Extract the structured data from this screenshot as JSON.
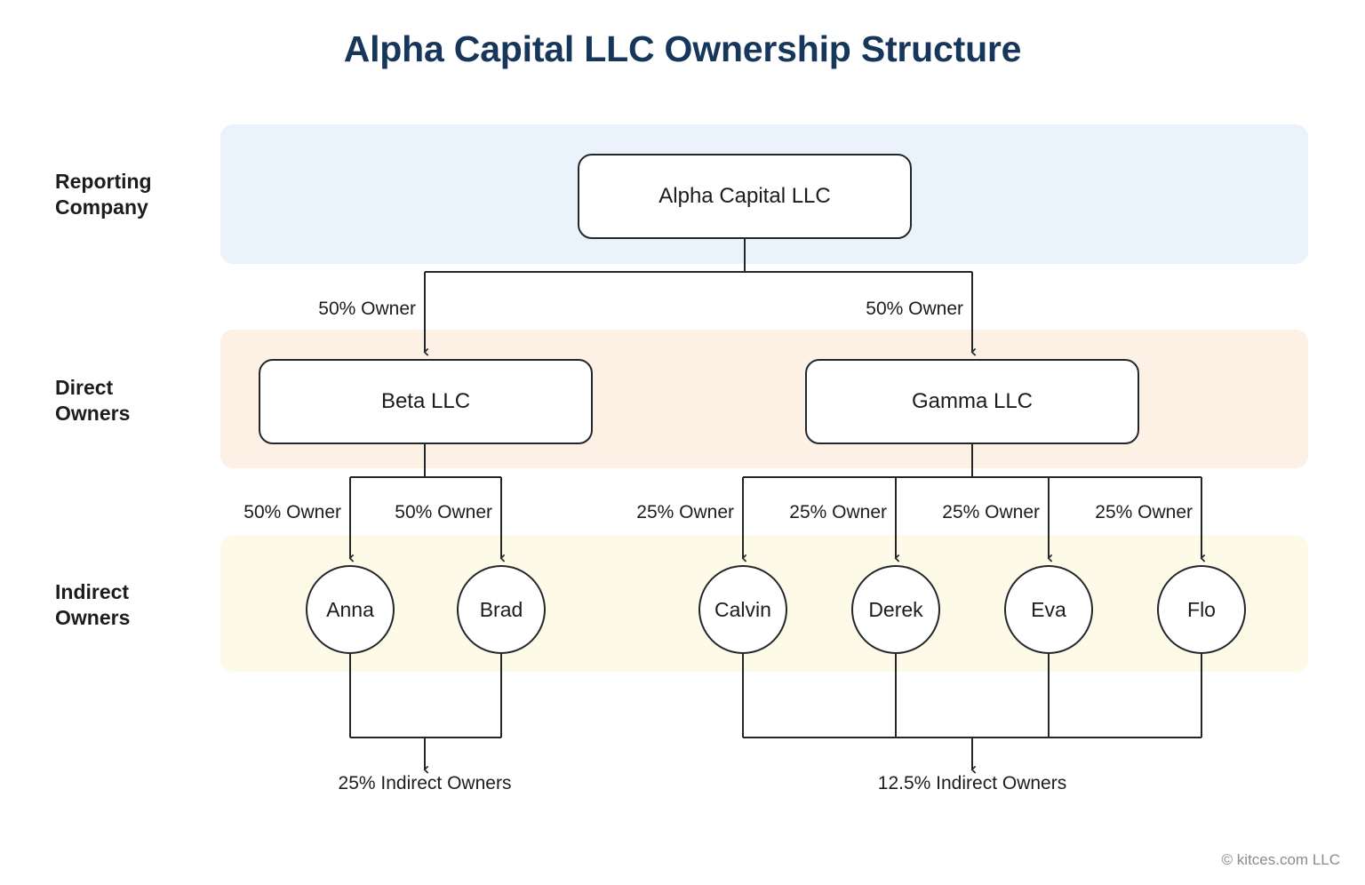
{
  "title": "Alpha Capital LLC Ownership Structure",
  "footer": "© kitces.com LLC",
  "colors": {
    "title": "#16365c",
    "band_reporting": "#eaf2fb",
    "band_direct": "#fdf0e4",
    "band_indirect": "#fefae8",
    "node_border": "#23272b",
    "node_fill": "#ffffff",
    "text": "#1c1c1c",
    "footer_text": "#8b8b8b"
  },
  "rows": [
    {
      "id": "reporting",
      "label": "Reporting\nCompany",
      "line1": "Reporting",
      "line2": "Company"
    },
    {
      "id": "direct",
      "label": "Direct\nOwners",
      "line1": "Direct",
      "line2": "Owners"
    },
    {
      "id": "indirect",
      "label": "Indirect\nOwners",
      "line1": "Indirect",
      "line2": "Owners"
    }
  ],
  "nodes": {
    "alpha": {
      "label": "Alpha Capital LLC",
      "tier": "reporting",
      "shape": "rounded-rect"
    },
    "beta": {
      "label": "Beta LLC",
      "tier": "direct",
      "shape": "rounded-rect"
    },
    "gamma": {
      "label": "Gamma LLC",
      "tier": "direct",
      "shape": "rounded-rect"
    },
    "anna": {
      "label": "Anna",
      "tier": "indirect",
      "shape": "circle"
    },
    "brad": {
      "label": "Brad",
      "tier": "indirect",
      "shape": "circle"
    },
    "calvin": {
      "label": "Calvin",
      "tier": "indirect",
      "shape": "circle"
    },
    "derek": {
      "label": "Derek",
      "tier": "indirect",
      "shape": "circle"
    },
    "eva": {
      "label": "Eva",
      "tier": "indirect",
      "shape": "circle"
    },
    "flo": {
      "label": "Flo",
      "tier": "indirect",
      "shape": "circle"
    }
  },
  "edge_labels": {
    "alpha_beta": "50% Owner",
    "alpha_gamma": "50% Owner",
    "beta_anna": "50% Owner",
    "beta_brad": "50% Owner",
    "gamma_calvin": "25% Owner",
    "gamma_derek": "25% Owner",
    "gamma_eva": "25% Owner",
    "gamma_flo": "25% Owner"
  },
  "summaries": {
    "beta_group": "25% Indirect Owners",
    "gamma_group": "12.5% Indirect Owners"
  }
}
